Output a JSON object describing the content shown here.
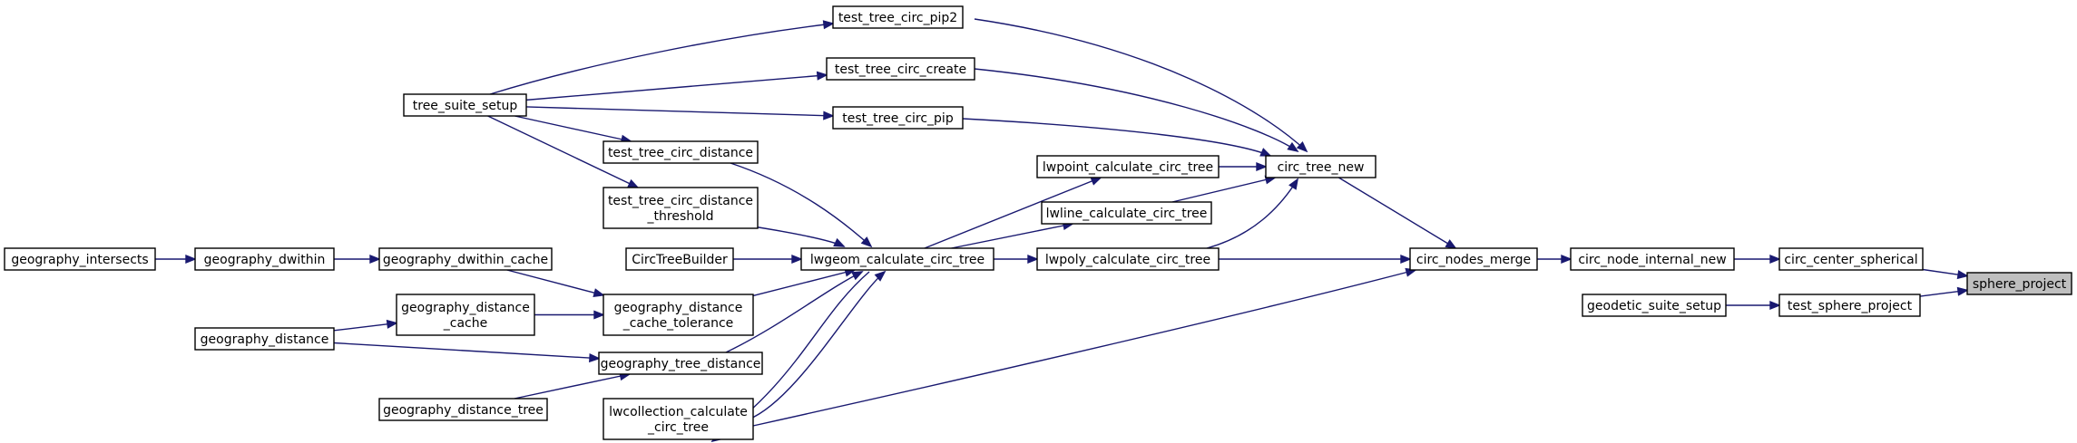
{
  "diagram": {
    "colors": {
      "edge": "#191970",
      "node_border": "#000000",
      "node_fill": "#ffffff",
      "root_fill": "#bfbfbf",
      "text": "#000000"
    },
    "nodes": {
      "sphere_project": [
        "sphere_project"
      ],
      "circ_center_spherical": [
        "circ_center_spherical"
      ],
      "test_sphere_project": [
        "test_sphere_project"
      ],
      "geodetic_suite_setup": [
        "geodetic_suite_setup"
      ],
      "circ_node_internal_new": [
        "circ_node_internal_new"
      ],
      "circ_nodes_merge": [
        "circ_nodes_merge"
      ],
      "circ_tree_new": [
        "circ_tree_new"
      ],
      "lwcollection_calculate_circ_tree": [
        "lwcollection_calculate",
        "_circ_tree"
      ],
      "lwpoly_calculate_circ_tree": [
        "lwpoly_calculate_circ_tree"
      ],
      "lwline_calculate_circ_tree": [
        "lwline_calculate_circ_tree"
      ],
      "lwpoint_calculate_circ_tree": [
        "lwpoint_calculate_circ_tree"
      ],
      "test_tree_circ_create": [
        "test_tree_circ_create"
      ],
      "test_tree_circ_pip": [
        "test_tree_circ_pip"
      ],
      "test_tree_circ_pip2": [
        "test_tree_circ_pip2"
      ],
      "lwgeom_calculate_circ_tree": [
        "lwgeom_calculate_circ_tree"
      ],
      "tree_suite_setup": [
        "tree_suite_setup"
      ],
      "test_tree_circ_distance": [
        "test_tree_circ_distance"
      ],
      "test_tree_circ_distance_threshold": [
        "test_tree_circ_distance",
        "_threshold"
      ],
      "CircTreeBuilder": [
        "CircTreeBuilder"
      ],
      "geography_distance_cache_tolerance": [
        "geography_distance",
        "_cache_tolerance"
      ],
      "geography_tree_distance": [
        "geography_tree_distance"
      ],
      "geography_dwithin_cache": [
        "geography_dwithin_cache"
      ],
      "geography_distance_cache": [
        "geography_distance",
        "_cache"
      ],
      "geography_distance": [
        "geography_distance"
      ],
      "geography_distance_tree": [
        "geography_distance_tree"
      ],
      "geography_dwithin": [
        "geography_dwithin"
      ],
      "geography_intersects": [
        "geography_intersects"
      ]
    },
    "edges": [
      [
        "circ_center_spherical",
        "sphere_project"
      ],
      [
        "test_sphere_project",
        "sphere_project"
      ],
      [
        "geodetic_suite_setup",
        "test_sphere_project"
      ],
      [
        "circ_node_internal_new",
        "circ_center_spherical"
      ],
      [
        "circ_nodes_merge",
        "circ_node_internal_new"
      ],
      [
        "circ_tree_new",
        "circ_nodes_merge"
      ],
      [
        "lwcollection_calculate_circ_tree",
        "circ_nodes_merge"
      ],
      [
        "lwpoly_calculate_circ_tree",
        "circ_nodes_merge"
      ],
      [
        "lwline_calculate_circ_tree",
        "circ_tree_new"
      ],
      [
        "lwpoint_calculate_circ_tree",
        "circ_tree_new"
      ],
      [
        "lwpoly_calculate_circ_tree",
        "circ_tree_new"
      ],
      [
        "test_tree_circ_create",
        "circ_tree_new"
      ],
      [
        "test_tree_circ_pip",
        "circ_tree_new"
      ],
      [
        "test_tree_circ_pip2",
        "circ_tree_new"
      ],
      [
        "lwgeom_calculate_circ_tree",
        "lwcollection_calculate_circ_tree"
      ],
      [
        "lwcollection_calculate_circ_tree",
        "lwgeom_calculate_circ_tree"
      ],
      [
        "lwgeom_calculate_circ_tree",
        "lwpoly_calculate_circ_tree"
      ],
      [
        "lwgeom_calculate_circ_tree",
        "lwline_calculate_circ_tree"
      ],
      [
        "lwgeom_calculate_circ_tree",
        "lwpoint_calculate_circ_tree"
      ],
      [
        "tree_suite_setup",
        "test_tree_circ_create"
      ],
      [
        "tree_suite_setup",
        "test_tree_circ_pip"
      ],
      [
        "tree_suite_setup",
        "test_tree_circ_pip2"
      ],
      [
        "CircTreeBuilder",
        "lwgeom_calculate_circ_tree"
      ],
      [
        "geography_distance_cache_tolerance",
        "lwgeom_calculate_circ_tree"
      ],
      [
        "geography_tree_distance",
        "lwgeom_calculate_circ_tree"
      ],
      [
        "test_tree_circ_distance",
        "lwgeom_calculate_circ_tree"
      ],
      [
        "test_tree_circ_distance_threshold",
        "lwgeom_calculate_circ_tree"
      ],
      [
        "geography_dwithin_cache",
        "geography_distance_cache_tolerance"
      ],
      [
        "geography_distance_cache",
        "geography_distance_cache_tolerance"
      ],
      [
        "geography_distance",
        "geography_distance_cache"
      ],
      [
        "geography_distance",
        "geography_tree_distance"
      ],
      [
        "geography_distance_tree",
        "geography_tree_distance"
      ],
      [
        "geography_dwithin",
        "geography_dwithin_cache"
      ],
      [
        "geography_intersects",
        "geography_dwithin"
      ],
      [
        "tree_suite_setup",
        "test_tree_circ_distance"
      ],
      [
        "tree_suite_setup",
        "test_tree_circ_distance_threshold"
      ]
    ]
  }
}
